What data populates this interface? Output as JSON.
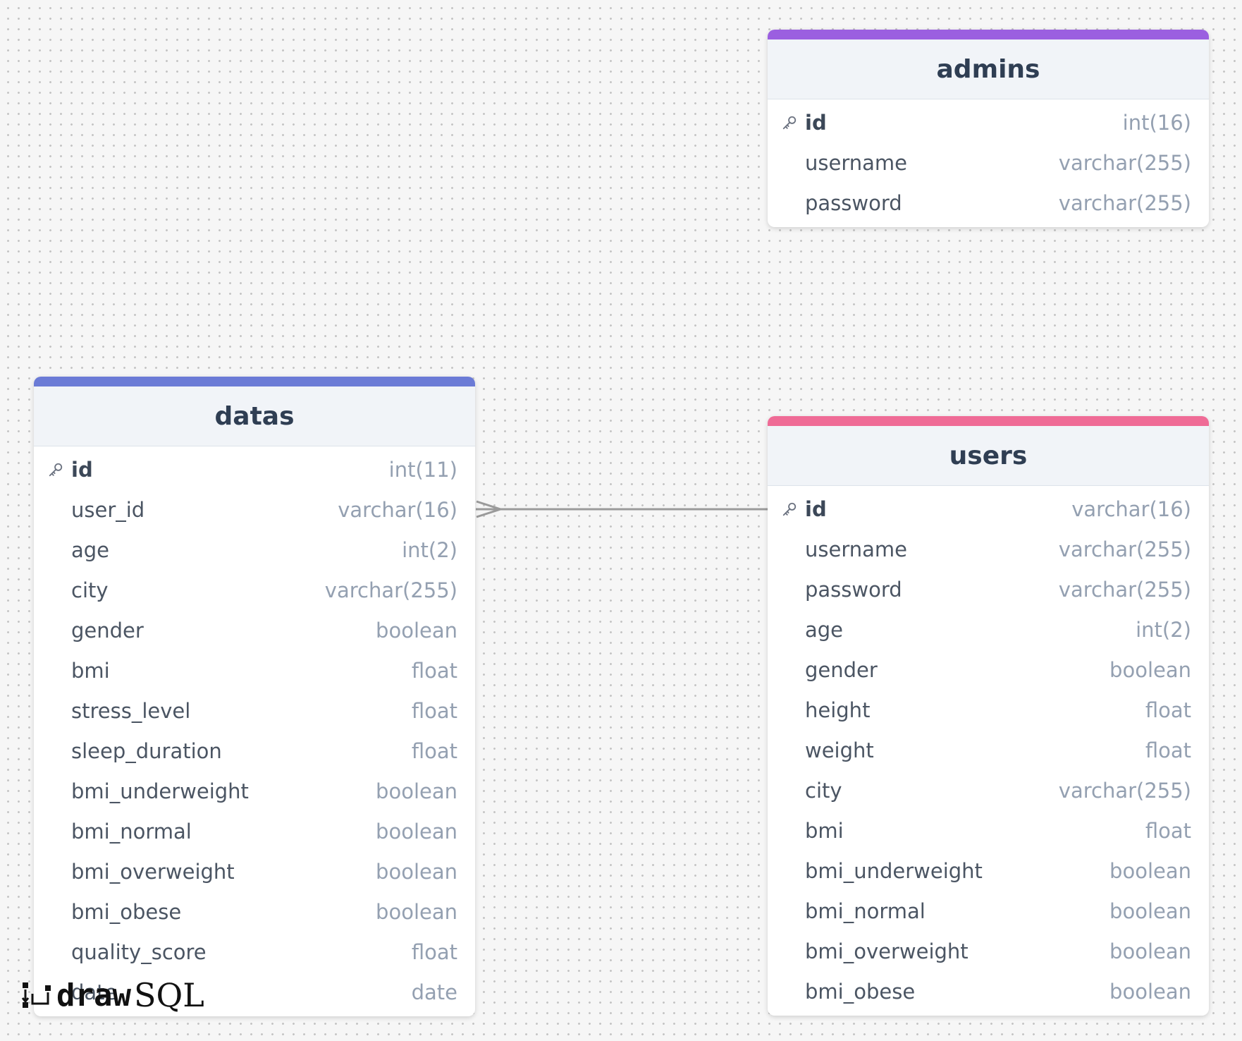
{
  "colors": {
    "admins_bar": "#9b5fe0",
    "datas_bar": "#6b7bd6",
    "users_bar": "#ef6b96",
    "relation_line": "#9a9a9a"
  },
  "tables": {
    "admins": {
      "name": "admins",
      "columns": [
        {
          "name": "id",
          "type": "int(16)",
          "primary": true
        },
        {
          "name": "username",
          "type": "varchar(255)",
          "primary": false
        },
        {
          "name": "password",
          "type": "varchar(255)",
          "primary": false
        }
      ]
    },
    "datas": {
      "name": "datas",
      "columns": [
        {
          "name": "id",
          "type": "int(11)",
          "primary": true
        },
        {
          "name": "user_id",
          "type": "varchar(16)",
          "primary": false
        },
        {
          "name": "age",
          "type": "int(2)",
          "primary": false
        },
        {
          "name": "city",
          "type": "varchar(255)",
          "primary": false
        },
        {
          "name": "gender",
          "type": "boolean",
          "primary": false
        },
        {
          "name": "bmi",
          "type": "float",
          "primary": false
        },
        {
          "name": "stress_level",
          "type": "float",
          "primary": false
        },
        {
          "name": "sleep_duration",
          "type": "float",
          "primary": false
        },
        {
          "name": "bmi_underweight",
          "type": "boolean",
          "primary": false
        },
        {
          "name": "bmi_normal",
          "type": "boolean",
          "primary": false
        },
        {
          "name": "bmi_overweight",
          "type": "boolean",
          "primary": false
        },
        {
          "name": "bmi_obese",
          "type": "boolean",
          "primary": false
        },
        {
          "name": "quality_score",
          "type": "float",
          "primary": false
        },
        {
          "name": "date",
          "type": "date",
          "primary": false
        }
      ]
    },
    "users": {
      "name": "users",
      "columns": [
        {
          "name": "id",
          "type": "varchar(16)",
          "primary": true
        },
        {
          "name": "username",
          "type": "varchar(255)",
          "primary": false
        },
        {
          "name": "password",
          "type": "varchar(255)",
          "primary": false
        },
        {
          "name": "age",
          "type": "int(2)",
          "primary": false
        },
        {
          "name": "gender",
          "type": "boolean",
          "primary": false
        },
        {
          "name": "height",
          "type": "float",
          "primary": false
        },
        {
          "name": "weight",
          "type": "float",
          "primary": false
        },
        {
          "name": "city",
          "type": "varchar(255)",
          "primary": false
        },
        {
          "name": "bmi",
          "type": "float",
          "primary": false
        },
        {
          "name": "bmi_underweight",
          "type": "boolean",
          "primary": false
        },
        {
          "name": "bmi_normal",
          "type": "boolean",
          "primary": false
        },
        {
          "name": "bmi_overweight",
          "type": "boolean",
          "primary": false
        },
        {
          "name": "bmi_obese",
          "type": "boolean",
          "primary": false
        }
      ]
    }
  },
  "relations": [
    {
      "from": "datas.user_id",
      "to": "users.id",
      "from_end": "many",
      "to_end": "one"
    }
  ],
  "logo": {
    "bold": "draw",
    "light": "SQL"
  }
}
